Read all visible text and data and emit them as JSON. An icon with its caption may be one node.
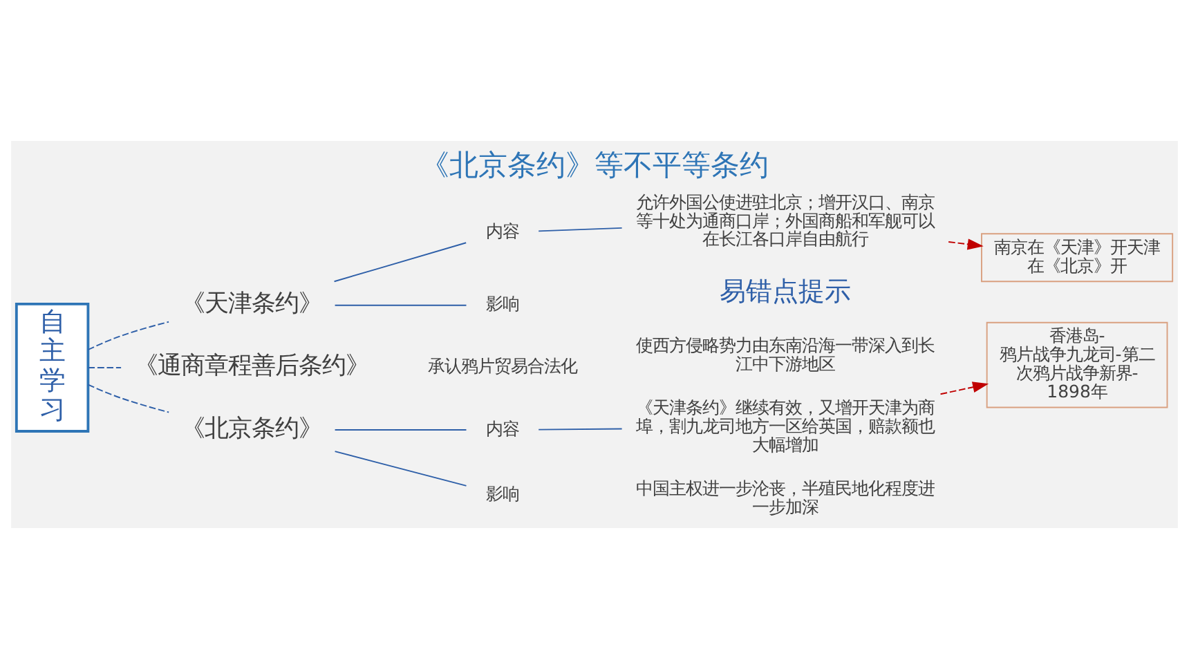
{
  "diagram": {
    "title": "《北京条约》等不平等条约",
    "nodes": [
      {
        "text": [
          "自主学习"
        ]
      },
      {
        "text": [
          "《天津条约》"
        ]
      },
      {
        "text": [
          "内容"
        ]
      },
      {
        "text": [
          "允许外国公使进驻北京；增开汉口、南京等十处为通商口岸；外国商船和军舰可以在长江各口岸自由航行"
        ]
      },
      {
        "text": [
          "影响"
        ]
      },
      {
        "text": [
          "使西方侵略势力由东南沿海一带深入到长江中下游地区"
        ]
      },
      {
        "text": [
          "《通商章程善后条约》"
        ]
      },
      {
        "text": [
          "承认鸦片贸易合法化"
        ]
      },
      {
        "text": [
          "《北京条约》"
        ]
      },
      {
        "text": [
          "内容"
        ]
      },
      {
        "text": [
          "《天津条约》继续有效，又增开天津为商埠，割九龙司地方一区给英国，赔款额也大幅增加"
        ]
      },
      {
        "text": [
          "影响"
        ]
      },
      {
        "text": [
          "中国主权进一步沦丧，半殖民地化程度进一步加深"
        ]
      },
      {
        "text": [
          "南京在《天津》开天津在《北京》开"
        ]
      },
      {
        "text": [
          "香港岛-鸦片战争九龙司-第二次鸦片战争新界-1898年"
        ]
      }
    ],
    "edges": [
      {
        "from": 0,
        "to": 1,
        "arrow": "none",
        "style": "dashed"
      },
      {
        "from": 0,
        "to": 6,
        "arrow": "none",
        "style": "dashed"
      },
      {
        "from": 0,
        "to": 8,
        "arrow": "none",
        "style": "dashed"
      },
      {
        "from": 1,
        "to": 2,
        "arrow": "none"
      },
      {
        "from": 1,
        "to": 4,
        "arrow": "none"
      },
      {
        "from": 2,
        "to": 3,
        "arrow": "none"
      },
      {
        "from": 3,
        "to": 13,
        "arrow": "to",
        "style": "dashed",
        "color": "#c00000"
      },
      {
        "from": 8,
        "to": 9,
        "arrow": "none"
      },
      {
        "from": 8,
        "to": 11,
        "arrow": "none"
      },
      {
        "from": 9,
        "to": 10,
        "arrow": "none"
      },
      {
        "from": 10,
        "to": 14,
        "arrow": "to",
        "style": "dashed",
        "color": "#c00000"
      }
    ],
    "labels": [
      "易错点提示"
    ]
  }
}
